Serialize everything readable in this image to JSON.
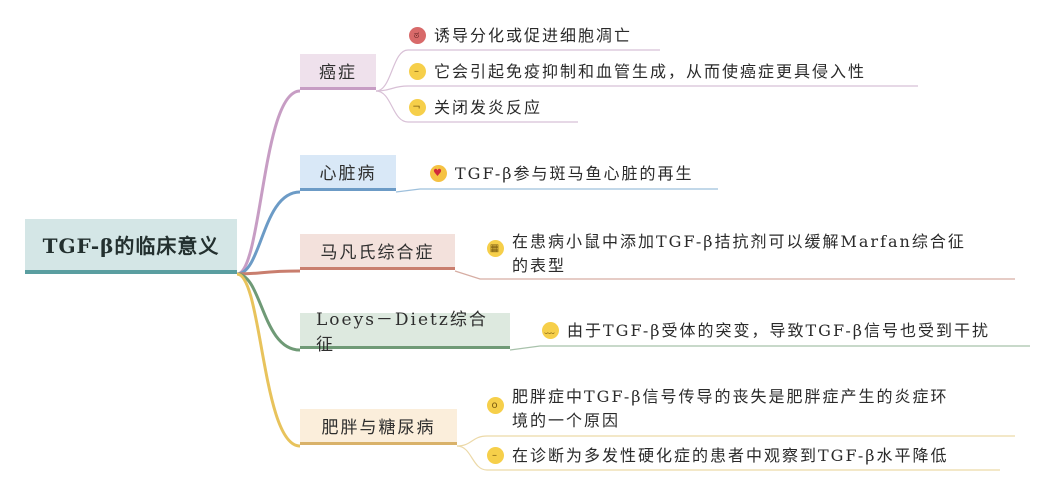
{
  "root": {
    "label": "TGF-β的临床意义"
  },
  "colors": {
    "root_bg": "#d4e6e6",
    "root_line": "#5a9ea0",
    "cancer": "#c79dc4",
    "heart": "#6c9bc6",
    "marfan": "#c97e6e",
    "loeys": "#6f9a76",
    "obesity": "#d9b26a"
  },
  "branches": [
    {
      "label": "癌症",
      "leaves": [
        {
          "icon": "angry-face-icon",
          "text": "诱导分化或促进细胞凋亡"
        },
        {
          "icon": "expressionless-face-icon",
          "text": "它会引起免疫抑制和血管生成，从而使癌症更具侵入性"
        },
        {
          "icon": "unamused-face-icon",
          "text": "关闭发炎反应"
        }
      ]
    },
    {
      "label": "心脏病",
      "leaves": [
        {
          "icon": "heart-eyes-face-icon",
          "text": "TGF-β参与斑马鱼心脏的再生"
        }
      ]
    },
    {
      "label": "马凡氏综合症",
      "leaves": [
        {
          "icon": "grimacing-face-icon",
          "text_line1": "在患病小鼠中添加TGF-β拮抗剂可以缓解Marfan综合征",
          "text_line2": "的表型"
        }
      ]
    },
    {
      "label": "Loeys－Dietz综合征",
      "leaves": [
        {
          "icon": "weary-face-icon",
          "text": "由于TGF-β受体的突变，导致TGF-β信号也受到干扰"
        }
      ]
    },
    {
      "label": "肥胖与糖尿病",
      "leaves": [
        {
          "icon": "shocked-face-icon",
          "text_line1": "肥胖症中TGF-β信号传导的丧失是肥胖症产生的炎症环",
          "text_line2": "境的一个原因"
        },
        {
          "icon": "neutral-face-icon",
          "text": "在诊断为多发性硬化症的患者中观察到TGF-β水平降低"
        }
      ]
    }
  ]
}
